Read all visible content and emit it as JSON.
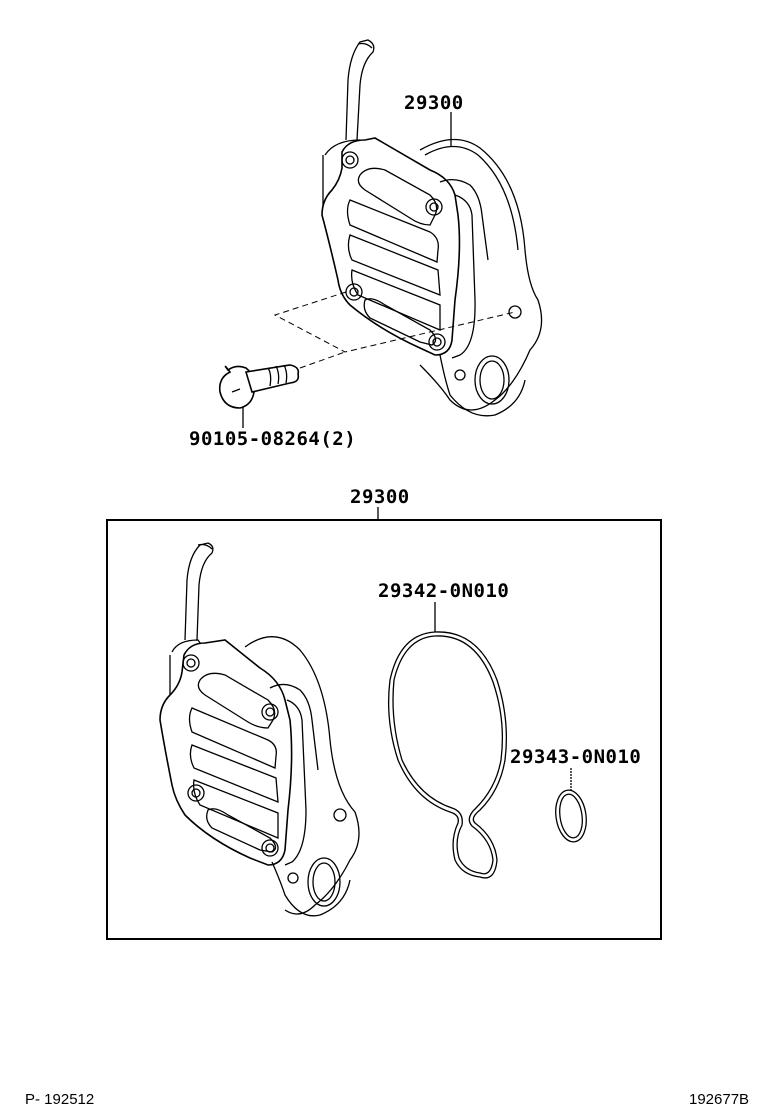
{
  "diagram": {
    "type": "parts-exploded-view",
    "top_assembly": {
      "part_number": "29300",
      "bolt": {
        "part_number": "90105-08264",
        "quantity": "(2)",
        "label": "90105-08264(2)"
      }
    },
    "kit_box": {
      "part_number": "29300",
      "components": [
        {
          "part_number": "29342-0N010",
          "description": "large o-ring gasket"
        },
        {
          "part_number": "29343-0N010",
          "description": "small o-ring"
        }
      ]
    },
    "footer": {
      "left_ref": "P- 192512",
      "right_ref": "192677B"
    },
    "colors": {
      "line": "#000000",
      "background": "#ffffff"
    }
  }
}
